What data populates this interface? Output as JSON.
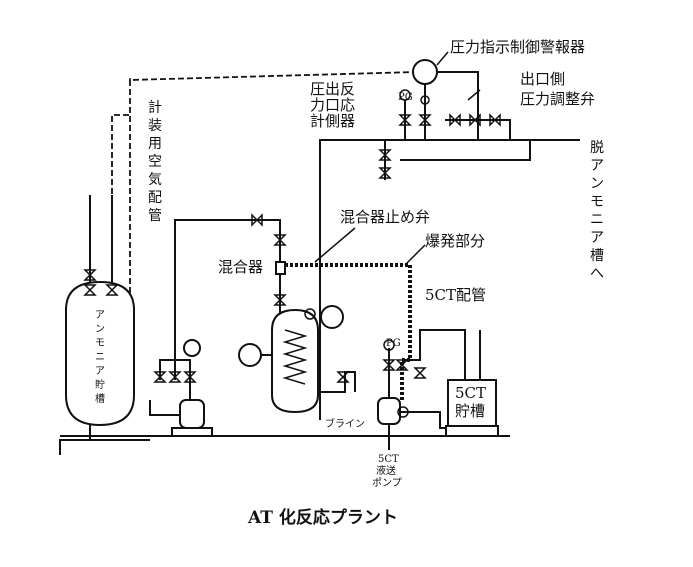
{
  "labels": {
    "pressure_alarm": "圧力指示制御警報器",
    "gauge_line1": "圧出反",
    "gauge_line2": "力口応",
    "gauge_line3": "計側器",
    "outlet_line1": "出口側",
    "outlet_line2": "圧力調整弁",
    "instrument_air": [
      "計",
      "装",
      "用",
      "空",
      "気",
      "配",
      "管"
    ],
    "mixer_valve": "混合器止め弁",
    "mixer": "混合器",
    "explosion": "爆発部分",
    "pipe_5ct": "5CT配管",
    "to_tank": [
      "脱",
      "ア",
      "ン",
      "モ",
      "ニ",
      "ア",
      "槽",
      "へ"
    ],
    "ammonia_tank": [
      "ア",
      "ン",
      "モ",
      "ニ",
      "ア",
      "貯",
      "槽"
    ],
    "tank_5ct_line1": "5CT",
    "tank_5ct_line2": "貯槽",
    "brine": "ブライン",
    "pump_line1": "5CT",
    "pump_line2": "液送",
    "pump_line3": "ポンプ",
    "pg1": "PG",
    "pg2": "PG",
    "caption": "AT 化反応プラント"
  }
}
